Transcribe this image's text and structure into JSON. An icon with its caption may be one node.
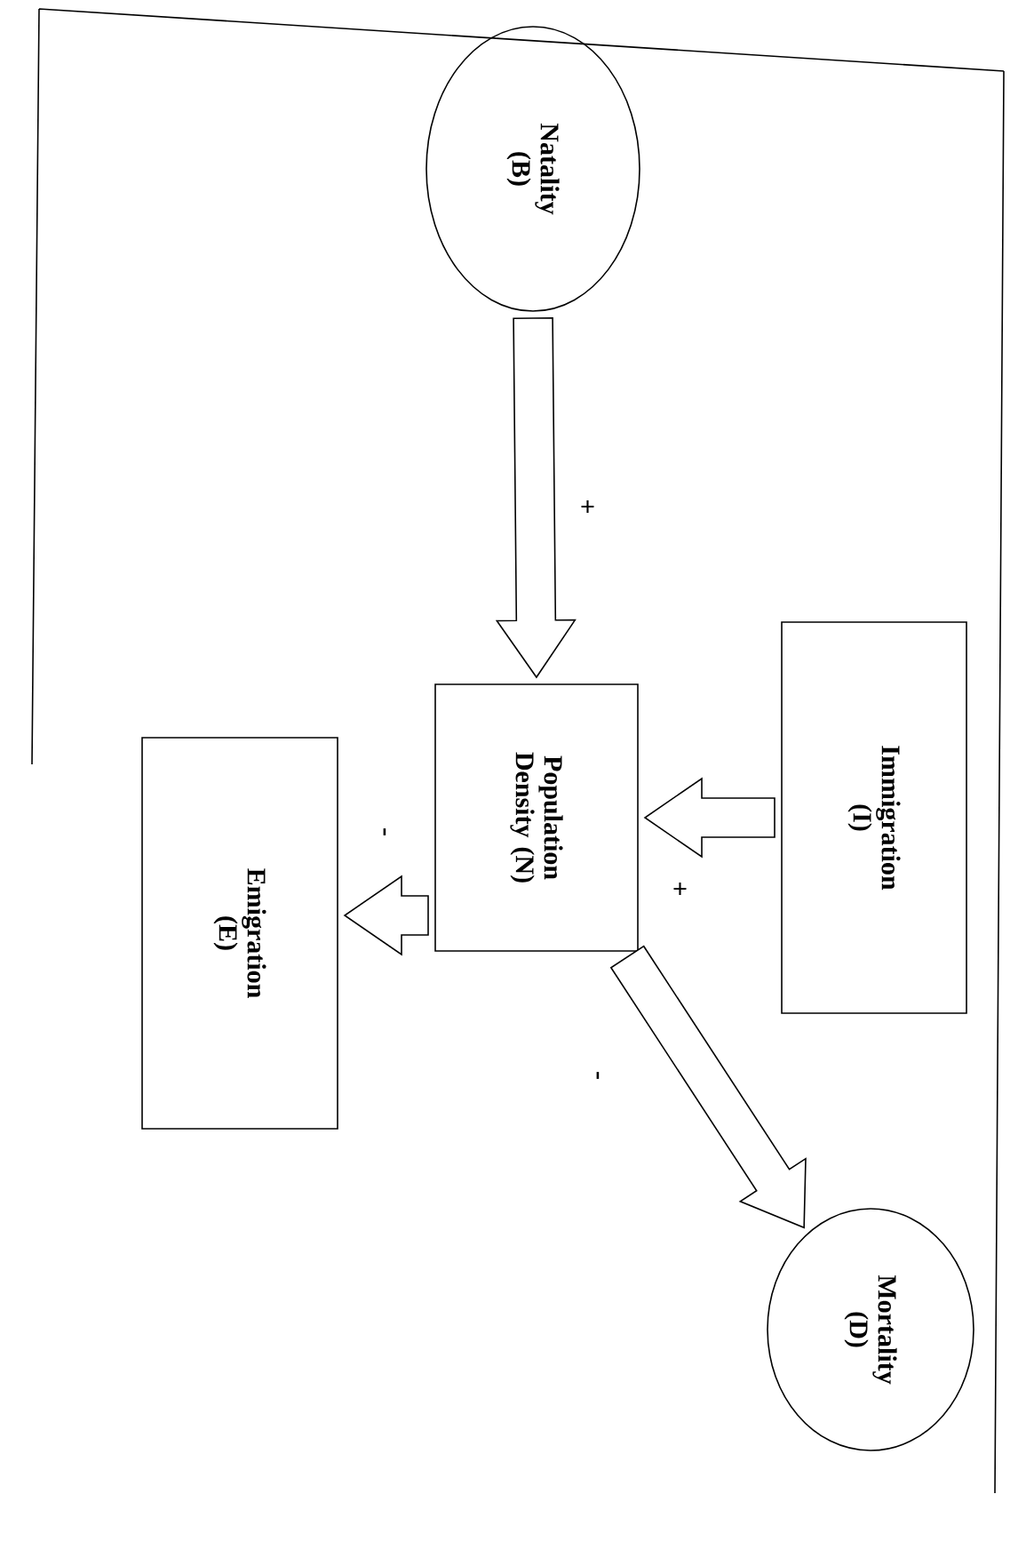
{
  "diagram": {
    "nodes": [
      {
        "text": [
          "Natality (B)"
        ]
      },
      {
        "text": [
          "Immigration (I)"
        ]
      },
      {
        "text": [
          "Population Density (N)"
        ]
      },
      {
        "text": [
          "Emigration (E)"
        ]
      },
      {
        "text": [
          "Mortality (D)"
        ]
      }
    ],
    "edges": [
      {
        "from": 0,
        "to": 2,
        "arrow": "to",
        "label": "+"
      },
      {
        "from": 1,
        "to": 2,
        "arrow": "to",
        "label": "+"
      },
      {
        "from": 2,
        "to": 3,
        "arrow": "to",
        "label": "-"
      },
      {
        "from": 2,
        "to": 4,
        "arrow": "to",
        "label": "-"
      }
    ]
  }
}
